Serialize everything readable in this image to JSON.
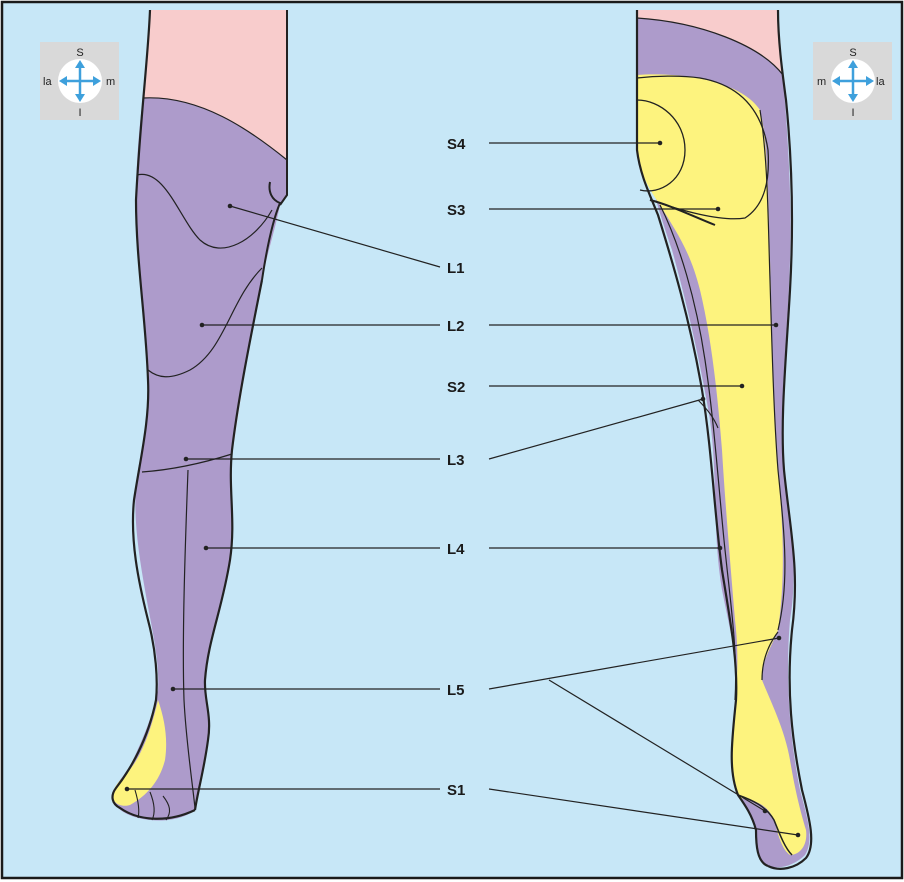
{
  "colors": {
    "background": "#c7e7f7",
    "skin": "#f8cccc",
    "lumbar": "#ad9bcb",
    "sacral": "#fdf37e",
    "compass": "#3ea0dc",
    "outline": "#222222"
  },
  "left_compass": {
    "top": "S",
    "bottom": "I",
    "left": "la",
    "right": "m"
  },
  "right_compass": {
    "top": "S",
    "bottom": "I",
    "left": "m",
    "right": "la"
  },
  "labels": {
    "s4": "S4",
    "s3": "S3",
    "l1": "L1",
    "l2": "L2",
    "s2": "S2",
    "l3": "L3",
    "l4": "L4",
    "l5": "L5",
    "s1": "S1"
  }
}
